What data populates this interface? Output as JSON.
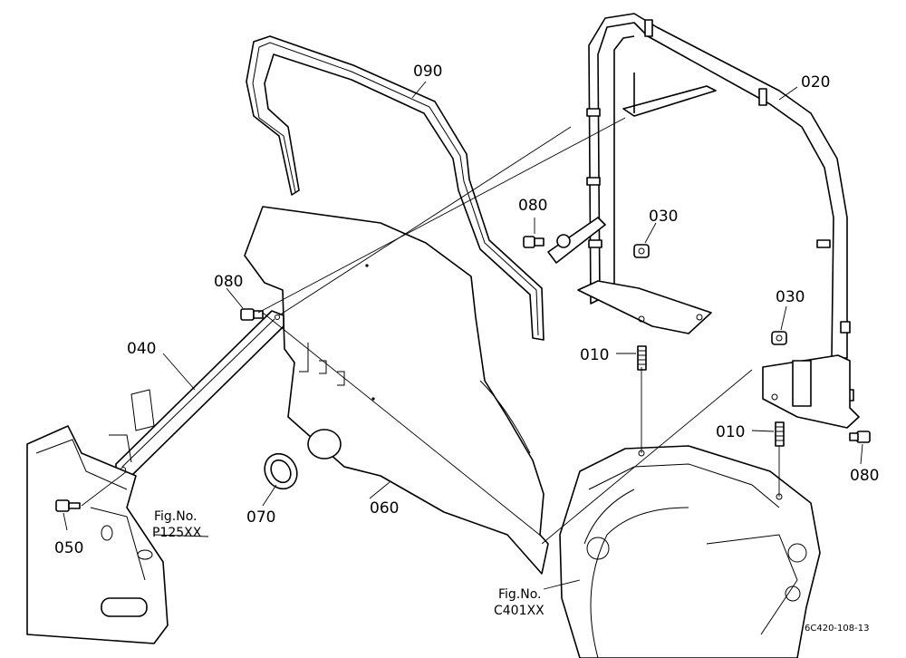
{
  "callouts": {
    "p010a": "010",
    "p010b": "010",
    "p020": "020",
    "p030a": "030",
    "p030b": "030",
    "p040": "040",
    "p050": "050",
    "p060": "060",
    "p070": "070",
    "p080a": "080",
    "p080b": "080",
    "p080c": "080",
    "p090": "090"
  },
  "references": {
    "fig_p_label": "Fig.No.",
    "fig_p_code": "P125XX",
    "fig_c_label": "Fig.No.",
    "fig_c_code": "C401XX"
  },
  "diagram_code": "6C420-108-13"
}
